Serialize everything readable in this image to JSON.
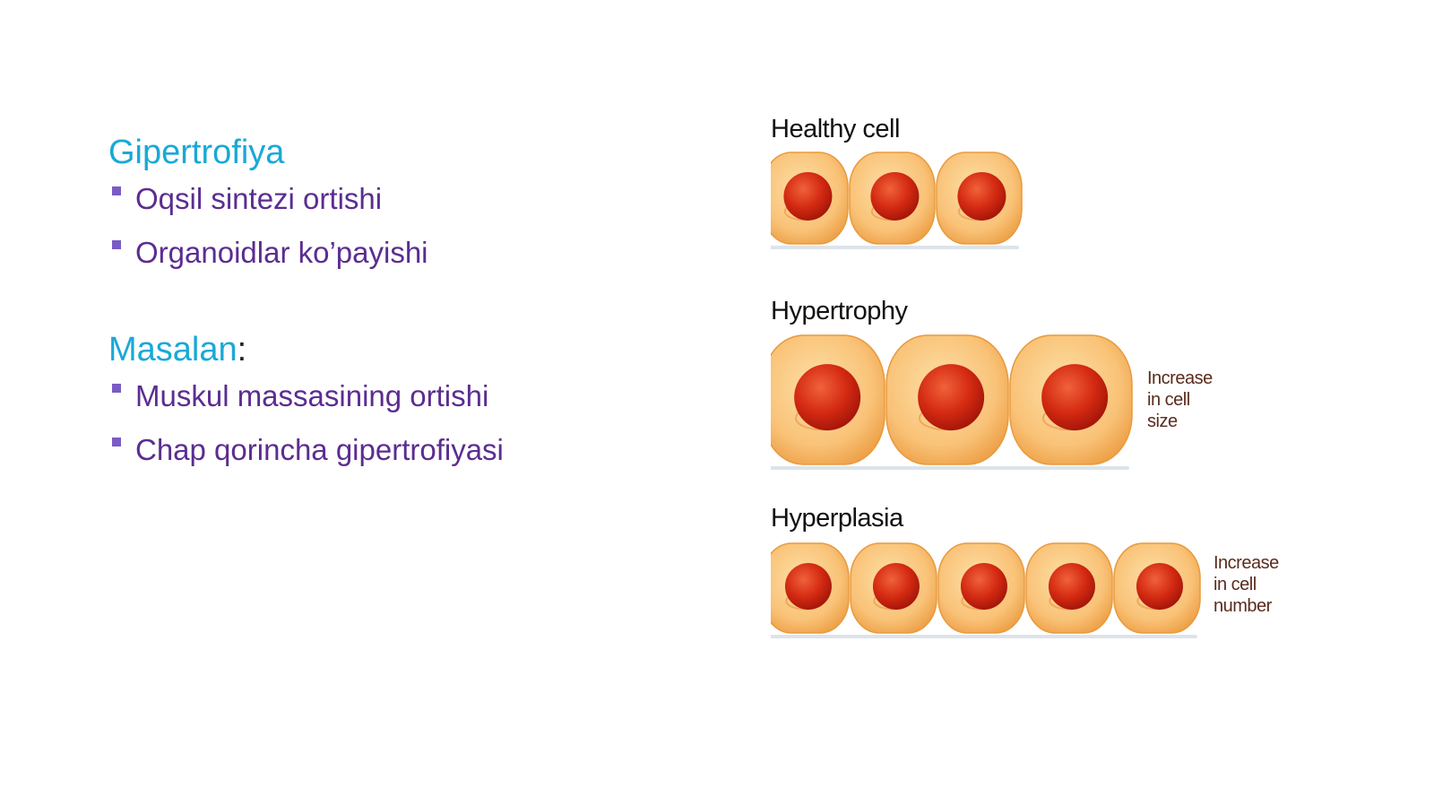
{
  "left": {
    "sections": [
      {
        "heading": "Gipertrofiya",
        "items": [
          "Oqsil sintezi ortishi",
          "Organoidlar ko’payishi"
        ]
      },
      {
        "heading": "Masalan",
        "heading_suffix": ":",
        "items": [
          "Muskul massasining ortishi",
          "Chap qorincha gipertrofiyasi"
        ]
      }
    ]
  },
  "figure": {
    "rows": [
      {
        "title": "Healthy cell",
        "annotation": []
      },
      {
        "title": "Hypertrophy",
        "annotation": [
          "Increase",
          "in cell",
          "size"
        ]
      },
      {
        "title": "Hyperplasia",
        "annotation": [
          "Increase",
          "in cell",
          "number"
        ]
      }
    ]
  },
  "colors": {
    "heading": "#19a9d6",
    "bullet_text": "#5b2d91",
    "bullet_mark": "#7a5cc4",
    "cell_fill": "#f9c277",
    "cell_edge": "#e89a3c",
    "nucleus": "#d42a12"
  }
}
